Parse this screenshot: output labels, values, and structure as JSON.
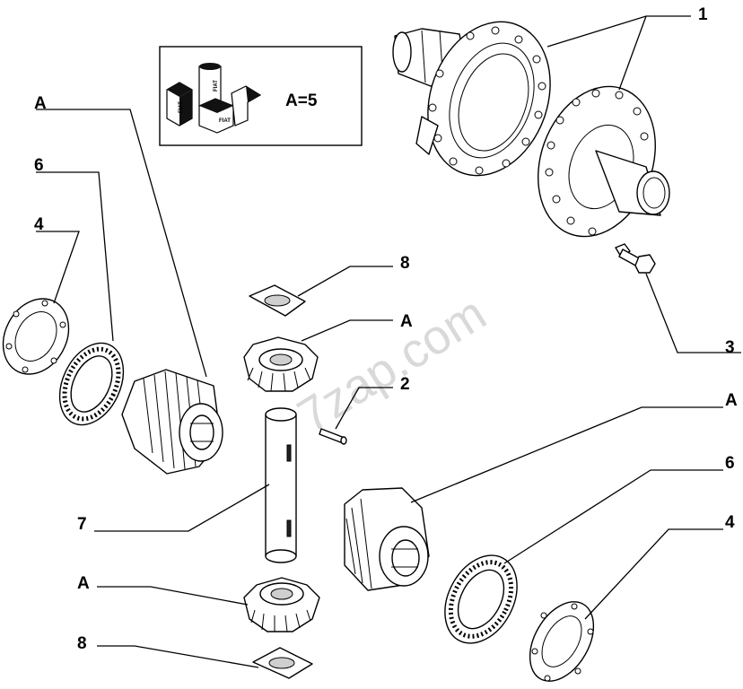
{
  "watermark": "7zap.com",
  "legend": {
    "text": "A=5",
    "tube_labels": [
      "FIAT",
      "FIAT",
      "FIAT"
    ]
  },
  "callouts": {
    "c1": "1",
    "c2": "2",
    "c3": "3",
    "c4_left": "4",
    "c4_right": "4",
    "c6_left": "6",
    "c6_right": "6",
    "c7": "7",
    "c8_top": "8",
    "c8_bottom": "8",
    "cA_left": "A",
    "cA_center": "A",
    "cA_right": "A",
    "cA_bottom": "A"
  }
}
